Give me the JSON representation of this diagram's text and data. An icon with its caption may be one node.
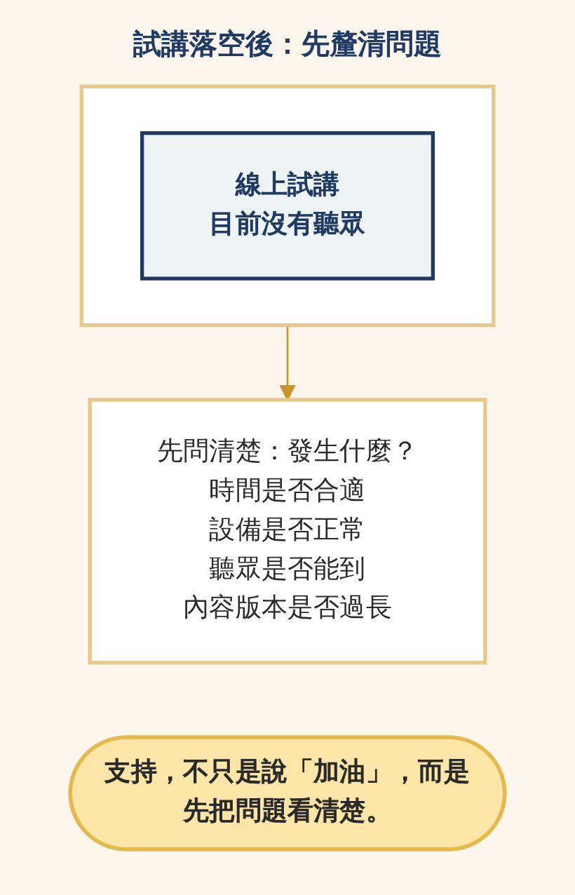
{
  "diagram": {
    "title": "試講落空後：先釐清問題",
    "nodes": [
      {
        "text": [],
        "shape": "box"
      },
      {
        "text": [
          "線上試講",
          "目前沒有聽眾"
        ],
        "in": 0
      },
      {
        "text": [
          "先問清楚：發生什麼？",
          "時間是否合適",
          "設備是否正常",
          "聽眾是否能到",
          "內容版本是否過長"
        ]
      },
      {
        "text": [
          "支持，不只是說「加油」，而是先把問題看清楚。"
        ]
      }
    ],
    "edges": [
      {
        "from": 0,
        "to": 2,
        "arrow": "to",
        "color": "#c9962a"
      }
    ]
  }
}
